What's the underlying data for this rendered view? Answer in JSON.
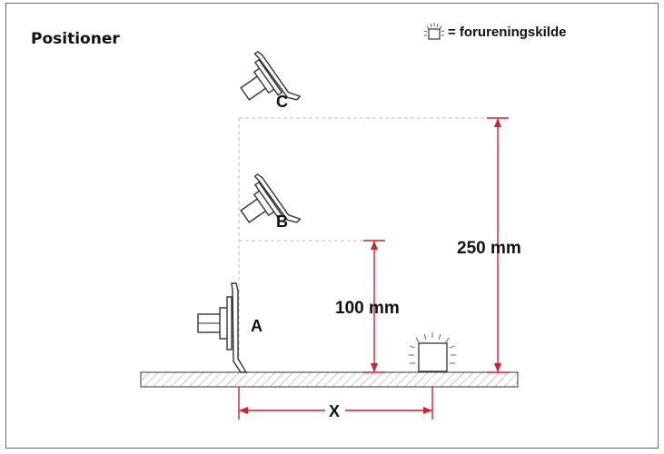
{
  "title": "Positioner",
  "legend": {
    "icon": "contamination-source-icon",
    "text": "= forureningskilde"
  },
  "positions": {
    "a": "A",
    "b": "B",
    "c": "C"
  },
  "dimensions": {
    "height_100": "100 mm",
    "height_250": "250 mm",
    "distance_x": "X"
  },
  "colors": {
    "dimension_line": "#d4202a",
    "guide_line": "#bdbdbd",
    "outline": "#333333",
    "hatch": "#9a9a9a"
  }
}
